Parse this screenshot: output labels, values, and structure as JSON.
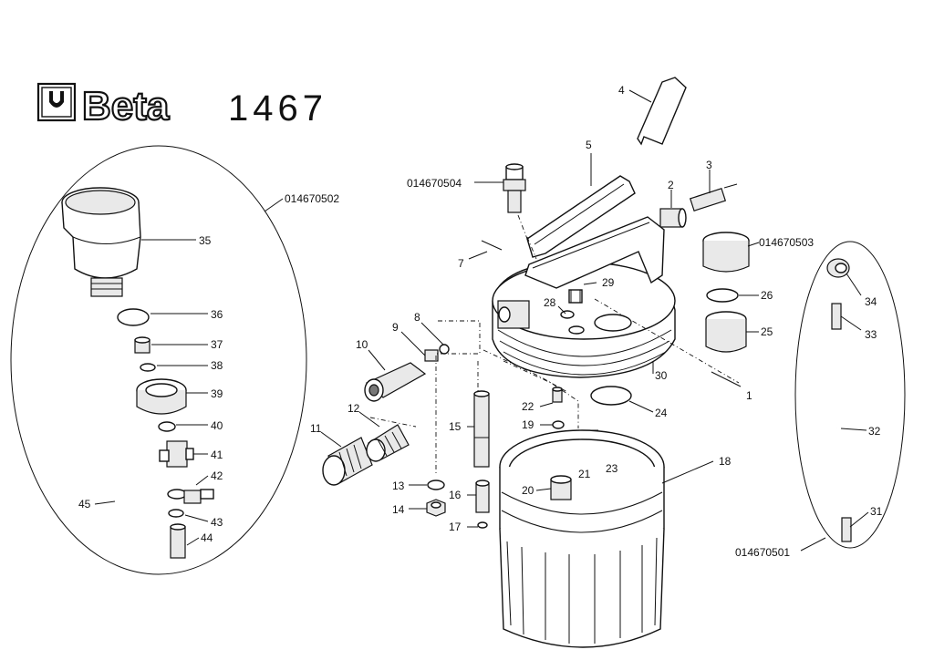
{
  "header": {
    "brand": "Beta",
    "model": "1467"
  },
  "callouts": {
    "c1": "1",
    "c2": "2",
    "c3": "3",
    "c4": "4",
    "c5": "5",
    "c7": "7",
    "c8": "8",
    "c9": "9",
    "c10": "10",
    "c11": "11",
    "c12": "12",
    "c13": "13",
    "c14": "14",
    "c15": "15",
    "c16": "16",
    "c17": "17",
    "c18": "18",
    "c19": "19",
    "c20": "20",
    "c21": "21",
    "c22": "22",
    "c23": "23",
    "c24": "24",
    "c25": "25",
    "c26": "26",
    "c28": "28",
    "c29": "29",
    "c30": "30",
    "c31": "31",
    "c32": "32",
    "c33": "33",
    "c34": "34",
    "c35": "35",
    "c36": "36",
    "c37": "37",
    "c38": "38",
    "c39": "39",
    "c40": "40",
    "c41": "41",
    "c42": "42",
    "c43": "43",
    "c44": "44",
    "c45": "45",
    "k501": "014670501",
    "k502": "014670502",
    "k503": "014670503",
    "k504": "014670504"
  }
}
